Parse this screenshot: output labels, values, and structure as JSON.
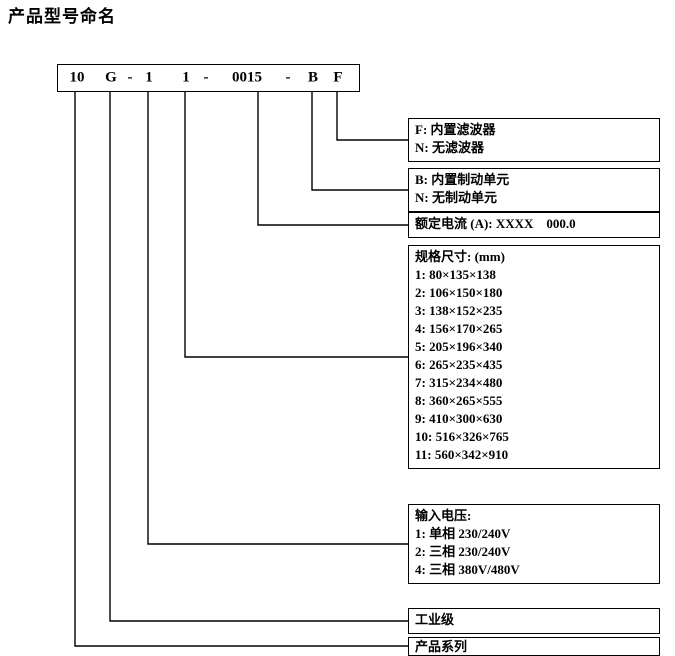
{
  "title": "产品型号命名",
  "model_segments": [
    "10",
    "G",
    "-",
    "1",
    "1",
    "-",
    "0015",
    "-",
    "B",
    "F"
  ],
  "callouts": {
    "filter": {
      "lines": [
        "F: 内置滤波器",
        "N: 无滤波器"
      ]
    },
    "brake": {
      "lines": [
        "B: 内置制动单元",
        "N: 无制动单元"
      ]
    },
    "rated_current": {
      "lines": [
        "额定电流 (A): XXXX    000.0"
      ]
    },
    "dimensions": {
      "lines": [
        "规格尺寸: (mm)",
        "1: 80×135×138",
        "2: 106×150×180",
        "3: 138×152×235",
        "4: 156×170×265",
        "5: 205×196×340",
        "6: 265×235×435",
        "7: 315×234×480",
        "8: 360×265×555",
        "9: 410×300×630",
        "10: 516×326×765",
        "11: 560×342×910"
      ]
    },
    "input_voltage": {
      "lines": [
        "输入电压:",
        "1: 单相 230/240V",
        "2: 三相 230/240V",
        "4: 三相 380V/480V"
      ]
    },
    "industrial": {
      "lines": [
        "工业级"
      ]
    },
    "series": {
      "lines": [
        "产品系列"
      ]
    }
  }
}
